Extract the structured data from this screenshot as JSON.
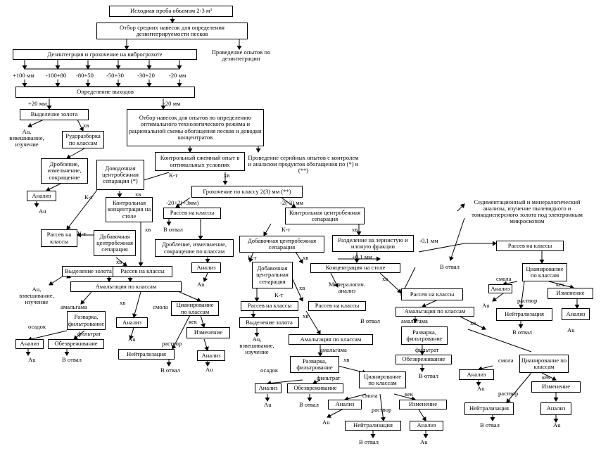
{
  "boxes": {
    "source": "Исходная проба объемом 2-3 м³",
    "select_samples": "Отбор средних навесок для определения дезинтегрируемости песков",
    "disintegration": "Дезинтегрция и грохочение на виброгрохоте",
    "yields": "Определение выходов",
    "gold_sep_1": "Выделение золота",
    "ore_sort": "Рудоразборка по классам",
    "crush_1": "Дробление, измельчение, сокращение",
    "analysis_1": "Анализ",
    "select_opt": "Отбор навесок для опытов по определению оптимального технологического режима и рациональной схемы обогащения песков и доводки концентратов",
    "control_expt": "Контрольный сжемный опыт в оптимальных условиях",
    "finishing_centr": "Доводочная центробежная сепарация (*)",
    "control_table": "Контрольная концентрация на столе",
    "screen_classes_1": "Рассев на классы",
    "add_centr_1": "Добавочная центробежная сепарация",
    "gold_sep_2": "Выделение золота",
    "screen_classes_2": "Рассев на классы",
    "amalg_1": "Амальгация по классам",
    "digest_1": "Разварка, фильтрование",
    "analysis_2": "Анализ",
    "deact_1": "Обезвреживание",
    "analysis_3": "Анализ",
    "cyan_1": "Цианирование по классам",
    "change_1": "Изменение",
    "neutr_1": "Нейтрализация",
    "analysis_4": "Анализ",
    "screen_grading": "Грохочение по классу 2(3) мм (**)",
    "screen_classes_3": "Рассев на классы",
    "crush_2": "Дробление, измельчение, сокращение по классам",
    "analysis_5": "Анализ",
    "control_centr": "Контрольная центробежная сепарация",
    "add_centr_2": "Добавочная центробежная сепарация",
    "add_centr_3": "Добавочная центральная сепарация",
    "grain_sep": "Разделение на зернистую и илоную фракции",
    "table_conc": "Концентрация на столе",
    "screen_classes_4": "Рассев на классы",
    "screen_classes_5": "Рассев на классы",
    "gold_sep_3": "Выделение золота",
    "amalg_2": "Амальгация по классам",
    "digest_2": "Разварка, фильтрование",
    "analysis_6": "Анализ",
    "deact_2": "Обезвреживание",
    "cyan_2": "Цианирование по классам",
    "analysis_7": "Анализ",
    "change_2": "Изменение",
    "neutr_2": "Нейтрализация",
    "analysis_8": "Анализ",
    "screen_classes_6": "Рассев на классы",
    "amalg_3": "Амальгация по классам",
    "digest_3": "Разварка, фильтрование",
    "deact_3": "Обезвреживание",
    "screen_classes_7": "Рассев на классы",
    "cyan_3": "Цианирование по классам",
    "analysis_9": "Анализ",
    "neutr_3": "Нейтрализация",
    "change_3": "Изменение",
    "analysis_10": "Анализ",
    "cyan_4": "Цианирование по классам",
    "analysis_11": "Анализ",
    "change_4": "Изменение",
    "neutr_4": "Нейтрализация",
    "analysis_12": "Анализ"
  },
  "labels": {
    "disint_tests": "Проведение опытов по дезинтеграции",
    "sizes": [
      "+100 мм",
      "-100+80",
      "-80+50",
      "-50+30",
      "-30+20",
      "-20 мм"
    ],
    "plus20": "+20 мм",
    "minus20": "-20 мм",
    "au_weigh_1": "Au, взвешивание, изучение",
    "xv": "хв",
    "kt": "К-т",
    "au_l": "Au",
    "serial": "Проведение серийных опытов с контролем и анализом продуктов обогащения по (*) и (**)",
    "minus20plus2": "-20+2(+3мм)",
    "minus2": "-2(-3) мм",
    "to_dump": "В отвал",
    "sediment": "Седиментационный и минералогический анализы, изучение пылевидного и тонкодисперсного золота под электронным микроскопом",
    "minus01": "-0,1 мм",
    "plus01": "+0,1 мм",
    "mineral": "Минералогич. анализ",
    "amalgam": "амальгама",
    "sediment_word": "осадок",
    "filtrate": "фильтрат",
    "resin": "смола",
    "cake": "кек",
    "solution": "раствор",
    "au_weigh_2": "Au, взвешивание, изучение",
    "au_weigh_3": "Au, взвешивание, изучение"
  }
}
